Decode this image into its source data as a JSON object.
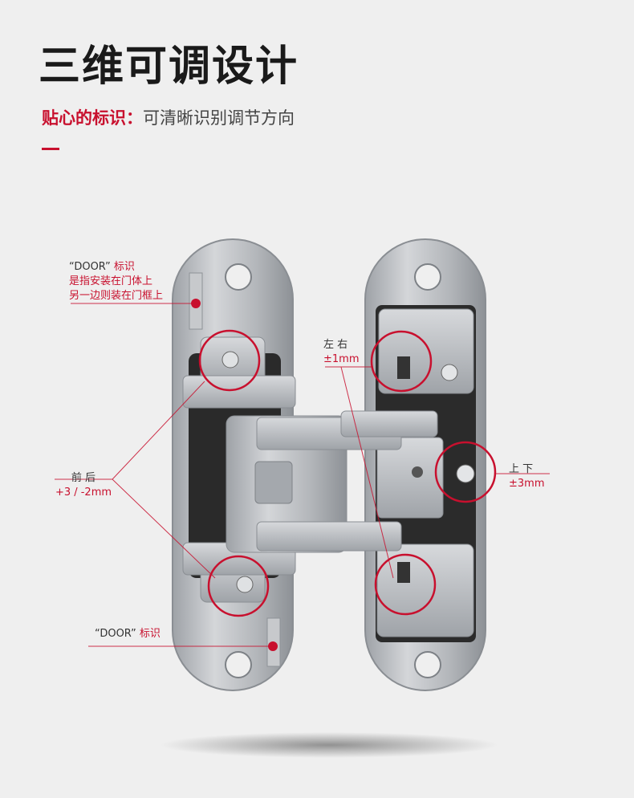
{
  "heading": {
    "title": "三维可调设计",
    "subtitle_accent": "贴心的标识",
    "subtitle_sep": "：",
    "subtitle_rest": "可清晰识别调节方向"
  },
  "annotations": {
    "door_top_line1_dark": "“DOOR”",
    "door_top_line1_red": "标识",
    "door_top_line2": "是指安装在门体上",
    "door_top_line3": "另一边则装在门框上",
    "lr_label": "左 右",
    "lr_value": "±1mm",
    "fb_label": "前 后",
    "fb_value": "+3 / -2mm",
    "ud_label": "上 下",
    "ud_value": "±3mm",
    "door_bottom_dark": "“DOOR”",
    "door_bottom_red": "标识"
  },
  "colors": {
    "accent": "#c8102e",
    "background": "#efefef",
    "metal": "#b9bcc0"
  }
}
